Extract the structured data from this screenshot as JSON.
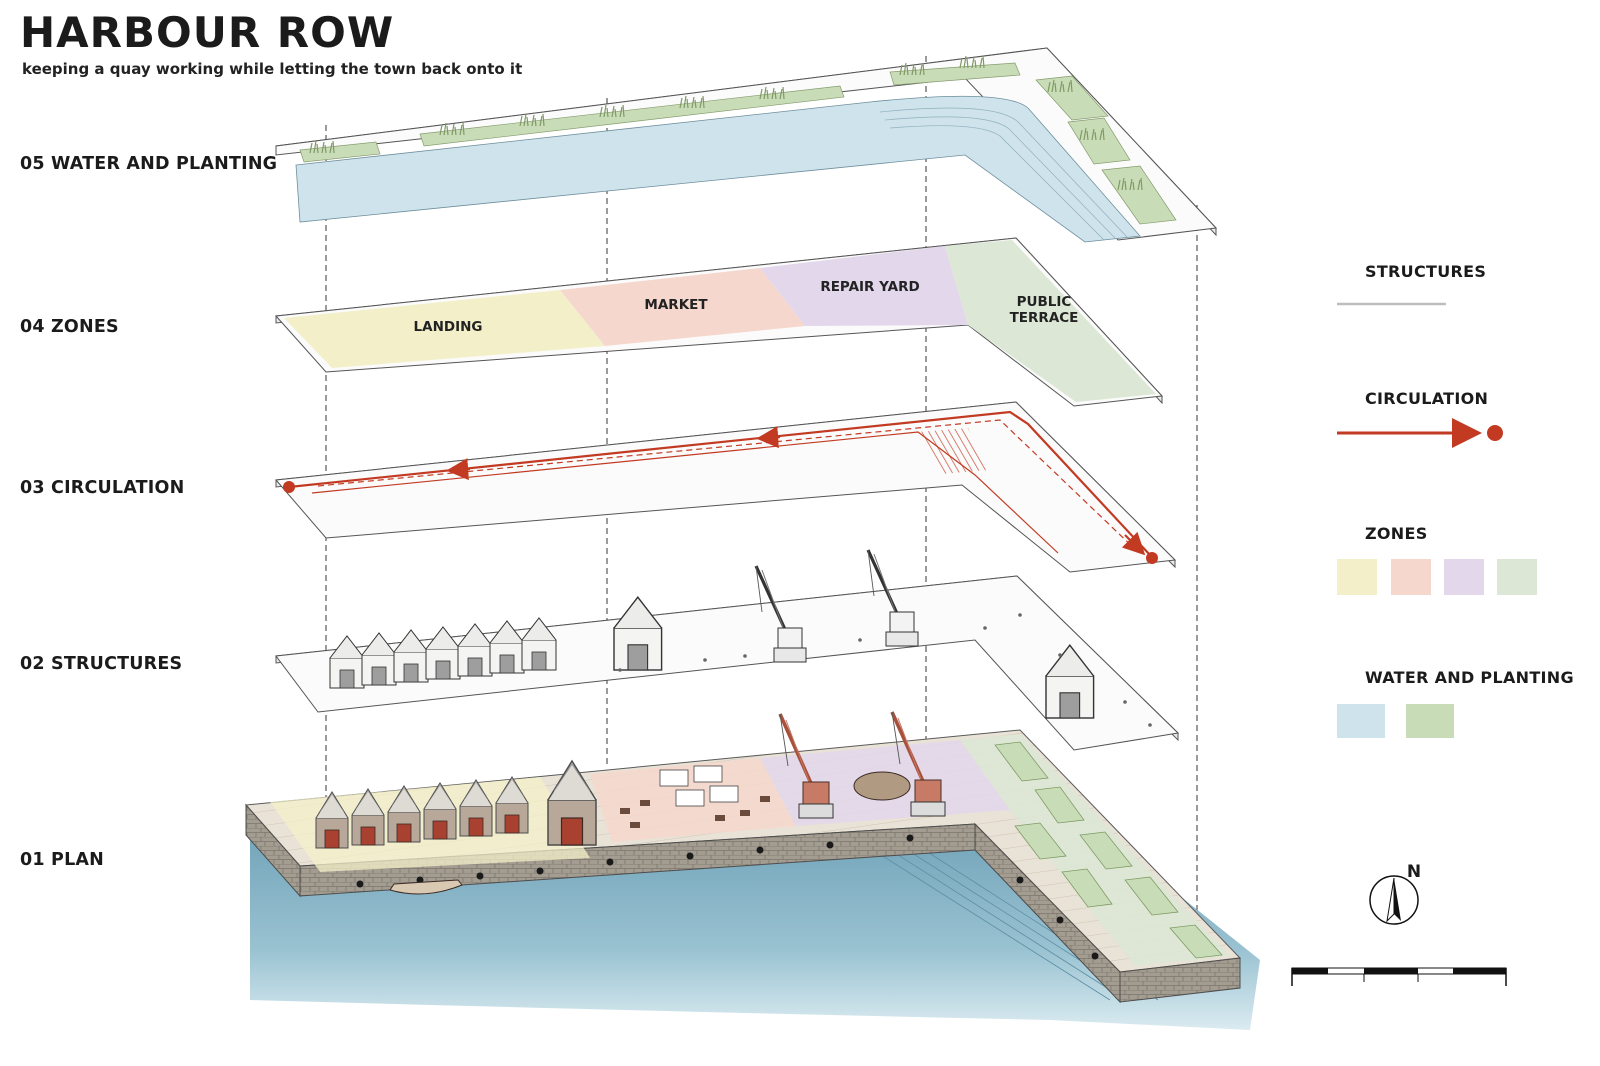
{
  "header": {
    "title": "HARBOUR ROW",
    "subtitle": "keeping a quay working while letting the town back onto it"
  },
  "layers": [
    {
      "id": "05",
      "label": "05 WATER AND PLANTING"
    },
    {
      "id": "04",
      "label": "04 ZONES"
    },
    {
      "id": "03",
      "label": "03 CIRCULATION"
    },
    {
      "id": "02",
      "label": "02 STRUCTURES"
    },
    {
      "id": "01",
      "label": "01 PLAN"
    }
  ],
  "zones": {
    "landing": "LANDING",
    "market": "MARKET",
    "repair_yard": "REPAIR YARD",
    "public_terrace": "PUBLIC\nTERRACE"
  },
  "legend": {
    "structures": "STRUCTURES",
    "circulation": "CIRCULATION",
    "zones": "ZONES",
    "water_planting": "WATER AND PLANTING"
  },
  "north": "N",
  "colors": {
    "landing": "#f3f0c9",
    "market": "#f6d7cd",
    "repair_yard": "#e3d7ec",
    "public_terrace": "#dce8d5",
    "water": "#cfe3ec",
    "planting": "#c9dcb8",
    "circulation": "#c23a22",
    "structures_line": "#bdbdbd"
  }
}
